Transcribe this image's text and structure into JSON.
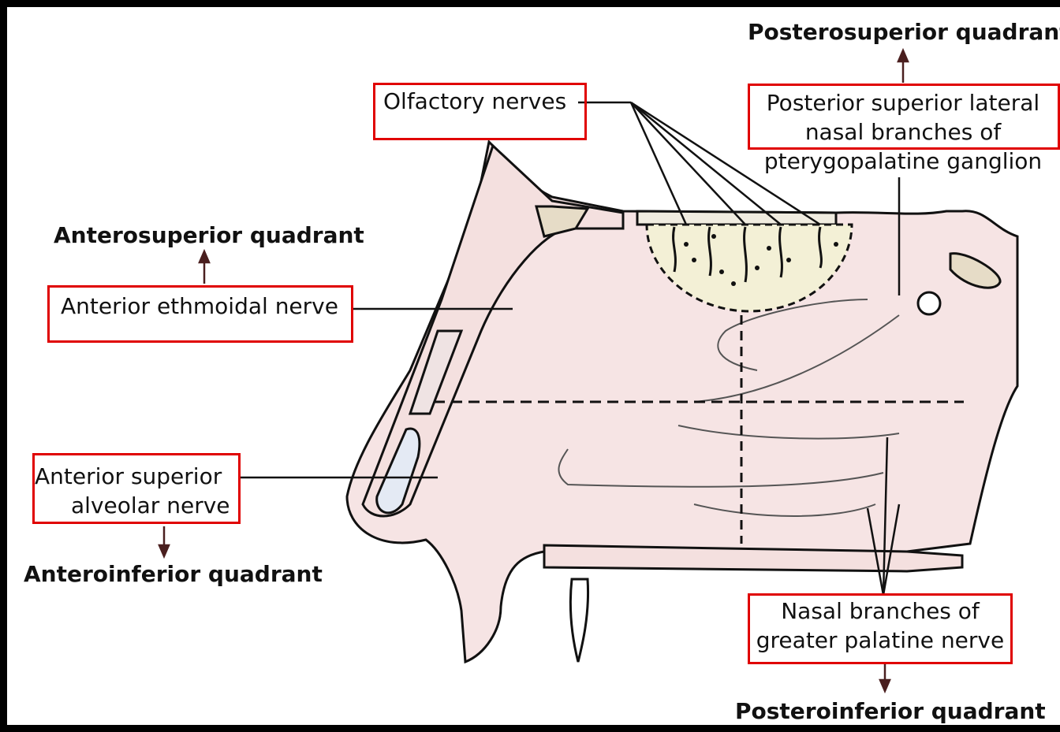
{
  "colors": {
    "frame": "#000000",
    "highlight_box": "#e00000",
    "tissue_fill": "#f4dede",
    "olfactory_area_fill": "#f3f0d6",
    "bone_fill": "#e6dcc7",
    "arrow": "#4a1f1f"
  },
  "quadrants": {
    "posterosuperior": "Posterosuperior quadrant",
    "anterosuperior": "Anterosuperior quadrant",
    "anteroinferior": "Anteroinferior quadrant",
    "posteroinferior": "Posteroinferior quadrant"
  },
  "labels": {
    "olfactory": "Olfactory nerves",
    "posterior_superior_lateral": [
      "Posterior superior lateral",
      "nasal branches of",
      "pterygopalatine ganglion"
    ],
    "anterior_ethmoidal": "Anterior ethmoidal nerve",
    "anterior_superior_alveolar": [
      "Anterior superior",
      "alveolar nerve"
    ],
    "greater_palatine": [
      "Nasal branches of",
      "greater palatine nerve"
    ]
  }
}
